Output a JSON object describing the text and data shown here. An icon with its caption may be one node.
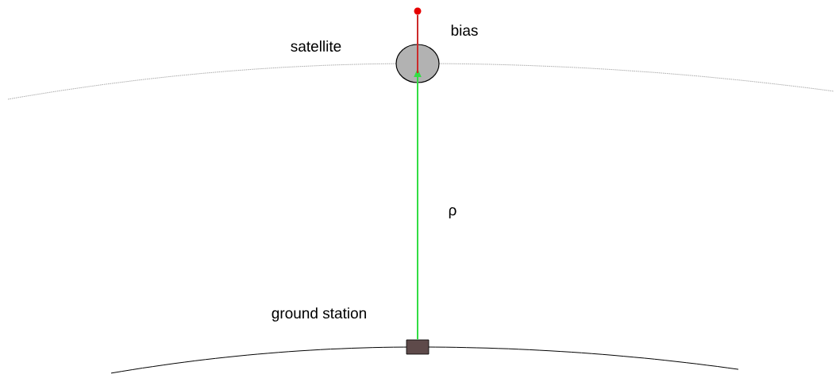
{
  "diagram": {
    "nodes": [
      {
        "text": [],
        "shape": "circle"
      },
      {
        "text": [
          "satellite"
        ]
      },
      {
        "text": [
          "ground station"
        ]
      }
    ],
    "edges": [
      {
        "from": 2,
        "to": 1,
        "arrow": "to",
        "label": "ρ",
        "color": "#33dd44"
      },
      {
        "from": 1,
        "to": 0,
        "arrow": "none",
        "label": "bias",
        "color": "#cc2a2a"
      }
    ]
  }
}
